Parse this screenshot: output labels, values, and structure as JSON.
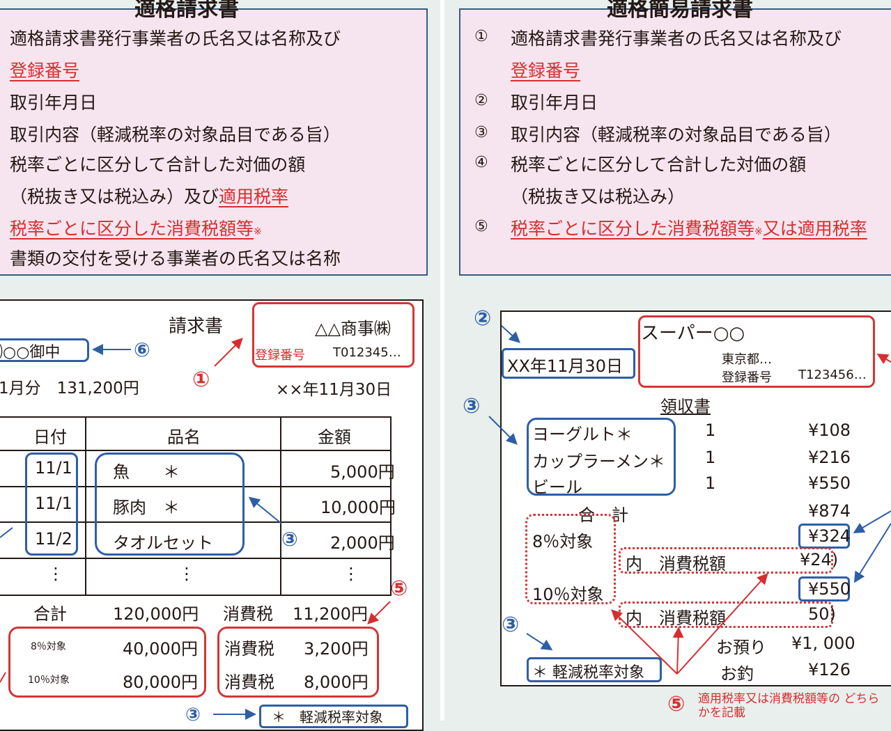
{
  "left_panel": {
    "title": "適格請求書",
    "items": [
      {
        "text": "適格請求書発行事業者の氏名又は名称及び",
        "red": ""
      },
      {
        "text": "",
        "red": "登録番号"
      },
      {
        "text": "取引年月日",
        "red": ""
      },
      {
        "text": "取引内容（軽減税率の対象品目である旨）",
        "red": ""
      },
      {
        "text": "税率ごとに区分して合計した対価の額",
        "red": ""
      },
      {
        "text": "（税抜き又は税込み）及び",
        "red": "適用税率"
      },
      {
        "text": "",
        "red": "税率ごとに区分した消費税額等",
        "mark": "※"
      },
      {
        "text": "書類の交付を受ける事業者の氏名又は名称",
        "red": ""
      }
    ]
  },
  "right_panel": {
    "title": "適格簡易請求書",
    "items": [
      {
        "num": "①",
        "text": "適格請求書発行事業者の氏名又は名称及び",
        "red": ""
      },
      {
        "num": "",
        "text": "",
        "red": "登録番号"
      },
      {
        "num": "②",
        "text": "取引年月日",
        "red": ""
      },
      {
        "num": "③",
        "text": "取引内容（軽減税率の対象品目である旨）",
        "red": ""
      },
      {
        "num": "④",
        "text": "税率ごとに区分して合計した対価の額",
        "red": ""
      },
      {
        "num": "",
        "text": "（税抜き又は税込み）",
        "red": ""
      },
      {
        "num": "⑤",
        "text": "",
        "red": "税率ごとに区分した消費税額等",
        "mark": "※",
        "tail": "又は適用税率"
      }
    ]
  },
  "invoice": {
    "title": "請求書",
    "issuer": "△△商事㈱",
    "reg_label": "登録番号",
    "reg_no": "T012345…",
    "customer": "㈱○○御中",
    "period_summary": "1月分　131,200円",
    "date": "××年11月30日",
    "headers": [
      "日付",
      "品名",
      "金額"
    ],
    "rows": [
      {
        "date": "11/1",
        "item": "魚　　＊",
        "amount": "5,000円"
      },
      {
        "date": "11/1",
        "item": "豚肉　＊",
        "amount": "10,000円"
      },
      {
        "date": "11/2",
        "item": "タオルセット",
        "amount": "2,000円"
      },
      {
        "date": "⋮",
        "item": "⋮",
        "amount": "⋮"
      }
    ],
    "total_label": "合計",
    "total": "120,000円",
    "tax_label": "消費税",
    "tax_total": "11,200円",
    "rate8_label": "8％対象",
    "rate8_amount": "40,000円",
    "rate10_label": "10％対象",
    "rate10_amount": "80,000円",
    "tax8": "3,200円",
    "tax10": "8,000円",
    "reduced_note": "＊　軽減税率対象"
  },
  "receipt": {
    "shop": "スーパー○○",
    "address": "東京都…",
    "reg_label": "登録番号",
    "reg_no": "T123456…",
    "date": "XX年11月30日",
    "title": "領収書",
    "items": [
      {
        "name": "ヨーグルト＊",
        "qty": "1",
        "price": "¥108"
      },
      {
        "name": "カップラーメン＊",
        "qty": "1",
        "price": "¥216"
      },
      {
        "name": "ビール",
        "qty": "1",
        "price": "¥550"
      }
    ],
    "total_label": "合　計",
    "total": "¥874",
    "rate8_label": "8％対象",
    "rate8_amount": "¥324",
    "tax_in_label": "内　消費税額",
    "tax8": "¥24)",
    "rate10_label": "10％対象",
    "rate10_amount": "¥550",
    "tax10": "50)",
    "paid_label": "お預り",
    "paid": "¥1, 000",
    "change_label": "お釣",
    "change": "¥126",
    "reduced_note": "＊ 軽減税率対象"
  },
  "markers": {
    "m1": "①",
    "m2": "②",
    "m3": "③",
    "m5": "⑤",
    "m6": "⑥"
  },
  "note": "適用税率又は消費税額等の どちらかを記載",
  "colors": {
    "red": "#d62e2f",
    "blue": "#2d5ea6",
    "panel": "#f6e5ee"
  }
}
